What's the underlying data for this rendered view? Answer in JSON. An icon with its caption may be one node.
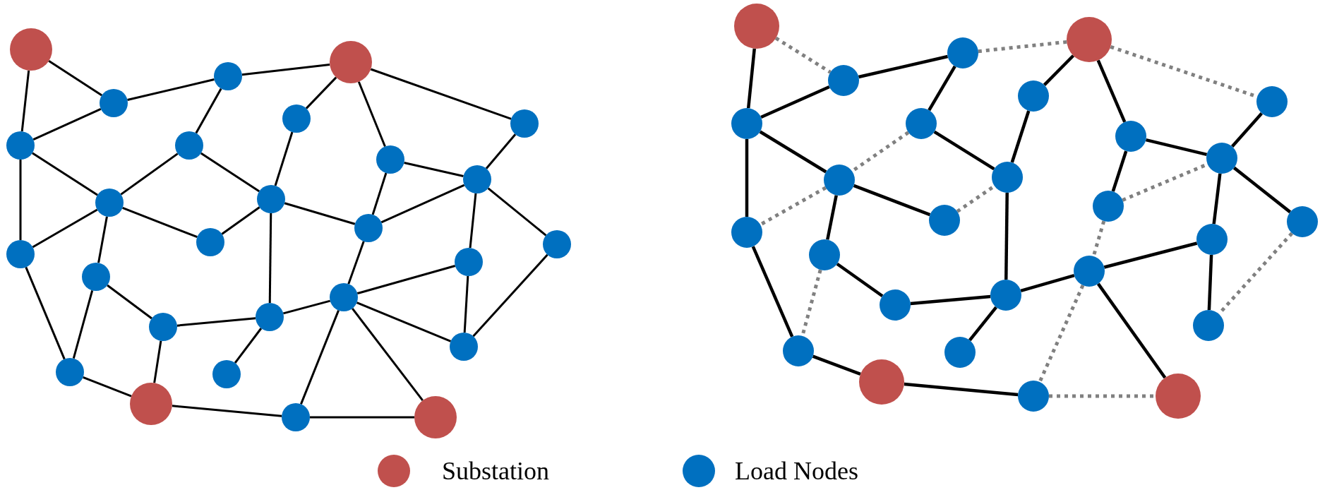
{
  "diagram": {
    "nodes": [
      {
        "text": [],
        "shape": "circle"
      },
      {
        "text": [],
        "shape": "circle"
      },
      {
        "text": [],
        "shape": "circle"
      },
      {
        "text": [],
        "shape": "circle"
      },
      {
        "text": [],
        "shape": "circle"
      },
      {
        "text": [],
        "shape": "circle"
      },
      {
        "text": [],
        "shape": "circle"
      },
      {
        "text": [],
        "shape": "circle"
      },
      {
        "text": [],
        "shape": "circle"
      },
      {
        "text": [],
        "shape": "circle"
      },
      {
        "text": [],
        "shape": "circle"
      },
      {
        "text": [],
        "shape": "circle"
      },
      {
        "text": [],
        "shape": "circle"
      },
      {
        "text": [],
        "shape": "circle"
      },
      {
        "text": [],
        "shape": "circle"
      },
      {
        "text": [],
        "shape": "circle"
      },
      {
        "text": [],
        "shape": "circle"
      },
      {
        "text": [],
        "shape": "circle"
      },
      {
        "text": [],
        "shape": "circle"
      },
      {
        "text": [],
        "shape": "circle"
      },
      {
        "text": [],
        "shape": "circle"
      },
      {
        "text": [],
        "shape": "circle"
      },
      {
        "text": [],
        "shape": "circle"
      },
      {
        "text": [],
        "shape": "circle"
      },
      {
        "text": [],
        "shape": "circle"
      },
      {
        "text": [],
        "shape": "circle"
      },
      {
        "text": [],
        "shape": "circle"
      },
      {
        "text": [],
        "shape": "circle"
      },
      {
        "text": [],
        "shape": "circle"
      },
      {
        "text": [],
        "shape": "circle"
      },
      {
        "text": [],
        "shape": "circle"
      },
      {
        "text": [],
        "shape": "circle"
      },
      {
        "text": [],
        "shape": "circle"
      },
      {
        "text": [],
        "shape": "circle"
      },
      {
        "text": [],
        "shape": "circle"
      },
      {
        "text": [],
        "shape": "circle"
      },
      {
        "text": [],
        "shape": "circle"
      },
      {
        "text": [],
        "shape": "circle"
      },
      {
        "text": [],
        "shape": "circle"
      },
      {
        "text": [],
        "shape": "circle"
      },
      {
        "text": [],
        "shape": "circle"
      },
      {
        "text": [],
        "shape": "circle"
      },
      {
        "text": [],
        "shape": "circle"
      },
      {
        "text": [],
        "shape": "circle"
      },
      {
        "text": [],
        "shape": "circle"
      },
      {
        "text": [],
        "shape": "circle"
      },
      {
        "text": [],
        "shape": "circle"
      },
      {
        "text": [],
        "shape": "circle"
      },
      {
        "text": [],
        "shape": "circle"
      },
      {
        "text": [],
        "shape": "circle"
      },
      {
        "text": [],
        "shape": "circle"
      },
      {
        "text": [],
        "shape": "circle"
      },
      {
        "text": [],
        "shape": "circle"
      },
      {
        "text": [],
        "shape": "circle"
      }
    ],
    "edges": [
      {
        "from": 0,
        "to": 3,
        "arrow": "none"
      },
      {
        "from": 0,
        "to": 6,
        "arrow": "none"
      },
      {
        "from": 3,
        "to": 6,
        "arrow": "none"
      },
      {
        "from": 3,
        "to": 2,
        "arrow": "none"
      },
      {
        "from": 2,
        "to": 1,
        "arrow": "none"
      },
      {
        "from": 2,
        "to": 7,
        "arrow": "none"
      },
      {
        "from": 1,
        "to": 4,
        "arrow": "none"
      },
      {
        "from": 1,
        "to": 8,
        "arrow": "none"
      },
      {
        "from": 1,
        "to": 5,
        "arrow": "none"
      },
      {
        "from": 6,
        "to": 11,
        "arrow": "none"
      },
      {
        "from": 6,
        "to": 15,
        "arrow": "none"
      },
      {
        "from": 7,
        "to": 11,
        "arrow": "none"
      },
      {
        "from": 7,
        "to": 10,
        "arrow": "none"
      },
      {
        "from": 4,
        "to": 10,
        "arrow": "none"
      },
      {
        "from": 8,
        "to": 9,
        "arrow": "none"
      },
      {
        "from": 8,
        "to": 12,
        "arrow": "none"
      },
      {
        "from": 11,
        "to": 15,
        "arrow": "none"
      },
      {
        "from": 11,
        "to": 13,
        "arrow": "none"
      },
      {
        "from": 11,
        "to": 17,
        "arrow": "none"
      },
      {
        "from": 10,
        "to": 13,
        "arrow": "none"
      },
      {
        "from": 10,
        "to": 12,
        "arrow": "none"
      },
      {
        "from": 10,
        "to": 19,
        "arrow": "none"
      },
      {
        "from": 12,
        "to": 9,
        "arrow": "none"
      },
      {
        "from": 12,
        "to": 18,
        "arrow": "none"
      },
      {
        "from": 9,
        "to": 5,
        "arrow": "none"
      },
      {
        "from": 9,
        "to": 14,
        "arrow": "none"
      },
      {
        "from": 9,
        "to": 16,
        "arrow": "none"
      },
      {
        "from": 18,
        "to": 16,
        "arrow": "none"
      },
      {
        "from": 18,
        "to": 21,
        "arrow": "none"
      },
      {
        "from": 16,
        "to": 21,
        "arrow": "none"
      },
      {
        "from": 14,
        "to": 21,
        "arrow": "none"
      },
      {
        "from": 18,
        "to": 25,
        "arrow": "none"
      },
      {
        "from": 18,
        "to": 26,
        "arrow": "none"
      },
      {
        "from": 15,
        "to": 22,
        "arrow": "none"
      },
      {
        "from": 17,
        "to": 22,
        "arrow": "none"
      },
      {
        "from": 17,
        "to": 20,
        "arrow": "none"
      },
      {
        "from": 20,
        "to": 24,
        "arrow": "none"
      },
      {
        "from": 20,
        "to": 19,
        "arrow": "none"
      },
      {
        "from": 19,
        "to": 18,
        "arrow": "none"
      },
      {
        "from": 19,
        "to": 23,
        "arrow": "none"
      },
      {
        "from": 22,
        "to": 24,
        "arrow": "none"
      },
      {
        "from": 24,
        "to": 25,
        "arrow": "none"
      },
      {
        "from": 25,
        "to": 26,
        "arrow": "none"
      },
      {
        "from": 27,
        "to": 33,
        "arrow": "none"
      },
      {
        "from": 27,
        "to": 30,
        "arrow": "none",
        "style": "dashed",
        "color": "#808080"
      },
      {
        "from": 30,
        "to": 33,
        "arrow": "none"
      },
      {
        "from": 30,
        "to": 29,
        "arrow": "none"
      },
      {
        "from": 29,
        "to": 28,
        "arrow": "none",
        "style": "dashed",
        "color": "#808080"
      },
      {
        "from": 29,
        "to": 34,
        "arrow": "none"
      },
      {
        "from": 28,
        "to": 31,
        "arrow": "none"
      },
      {
        "from": 28,
        "to": 35,
        "arrow": "none"
      },
      {
        "from": 28,
        "to": 32,
        "arrow": "none",
        "style": "dashed",
        "color": "#808080"
      },
      {
        "from": 33,
        "to": 38,
        "arrow": "none"
      },
      {
        "from": 33,
        "to": 42,
        "arrow": "none"
      },
      {
        "from": 34,
        "to": 38,
        "arrow": "none",
        "style": "dashed",
        "color": "#808080"
      },
      {
        "from": 34,
        "to": 37,
        "arrow": "none"
      },
      {
        "from": 31,
        "to": 37,
        "arrow": "none"
      },
      {
        "from": 38,
        "to": 42,
        "arrow": "none",
        "style": "dashed",
        "color": "#808080"
      },
      {
        "from": 38,
        "to": 40,
        "arrow": "none"
      },
      {
        "from": 38,
        "to": 44,
        "arrow": "none"
      },
      {
        "from": 40,
        "to": 37,
        "arrow": "none",
        "style": "dashed",
        "color": "#808080"
      },
      {
        "from": 37,
        "to": 46,
        "arrow": "none"
      },
      {
        "from": 35,
        "to": 36,
        "arrow": "none"
      },
      {
        "from": 35,
        "to": 39,
        "arrow": "none"
      },
      {
        "from": 39,
        "to": 36,
        "arrow": "none",
        "style": "dashed",
        "color": "#808080"
      },
      {
        "from": 32,
        "to": 36,
        "arrow": "none"
      },
      {
        "from": 36,
        "to": 43,
        "arrow": "none"
      },
      {
        "from": 36,
        "to": 41,
        "arrow": "none"
      },
      {
        "from": 41,
        "to": 48,
        "arrow": "none",
        "style": "dashed",
        "color": "#808080"
      },
      {
        "from": 43,
        "to": 48,
        "arrow": "none"
      },
      {
        "from": 39,
        "to": 45,
        "arrow": "none",
        "style": "dashed",
        "color": "#808080"
      },
      {
        "from": 45,
        "to": 43,
        "arrow": "none"
      },
      {
        "from": 45,
        "to": 46,
        "arrow": "none"
      },
      {
        "from": 45,
        "to": 52,
        "arrow": "none",
        "style": "dashed",
        "color": "#808080"
      },
      {
        "from": 45,
        "to": 53,
        "arrow": "none"
      },
      {
        "from": 42,
        "to": 49,
        "arrow": "none"
      },
      {
        "from": 44,
        "to": 49,
        "arrow": "none",
        "style": "dashed",
        "color": "#808080"
      },
      {
        "from": 44,
        "to": 47,
        "arrow": "none"
      },
      {
        "from": 47,
        "to": 46,
        "arrow": "none"
      },
      {
        "from": 46,
        "to": 50,
        "arrow": "none"
      },
      {
        "from": 49,
        "to": 51,
        "arrow": "none"
      },
      {
        "from": 51,
        "to": 52,
        "arrow": "none"
      },
      {
        "from": 52,
        "to": 53,
        "arrow": "none",
        "style": "dashed",
        "color": "#808080"
      }
    ],
    "legend": [
      {
        "text": "Substation",
        "color": "#c0504d"
      },
      {
        "text": "Load Nodes",
        "color": "#0070c0"
      }
    ]
  }
}
